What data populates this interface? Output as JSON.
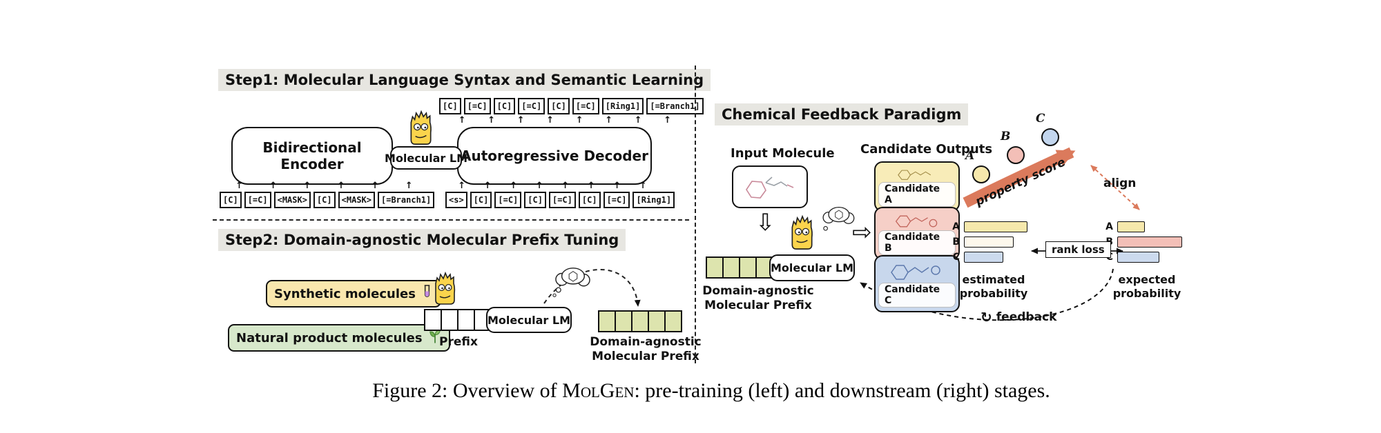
{
  "figure": {
    "caption_prefix": "Figure 2: Overview of ",
    "caption_brand": "MolGen",
    "caption_suffix": ": pre-training (left) and downstream (right) stages."
  },
  "step1": {
    "title": "Step1: Molecular Language Syntax and Semantic Learning",
    "encoder_label": "Bidirectional Encoder",
    "decoder_label": "Autoregressive Decoder",
    "molecular_lm": "Molecular LM",
    "output_tokens": [
      "[C]",
      "[=C]",
      "[C]",
      "[=C]",
      "[C]",
      "[=C]",
      "[Ring1]",
      "[=Branch1]"
    ],
    "encoder_tokens": [
      "[C]",
      "[=C]",
      "<MASK>",
      "[C]",
      "<MASK>",
      "[=Branch1]"
    ],
    "decoder_tokens": [
      "<s>",
      "[C]",
      "[=C]",
      "[C]",
      "[=C]",
      "[C]",
      "[=C]",
      "[Ring1]"
    ]
  },
  "step2": {
    "title": "Step2: Domain-agnostic Molecular Prefix Tuning",
    "synthetic": "Synthetic molecules",
    "natural": "Natural product molecules",
    "prefix_label": "Prefix",
    "molecular_lm": "Molecular LM",
    "domain_prefix_line1": "Domain-agnostic",
    "domain_prefix_line2": "Molecular Prefix",
    "prefix_cells": [
      "",
      "",
      "",
      ""
    ],
    "domain_prefix_cells": [
      "",
      "",
      "",
      "",
      ""
    ]
  },
  "feedback": {
    "title": "Chemical Feedback Paradigm",
    "input_label": "Input Molecule",
    "candidates_label": "Candidate Outputs",
    "candidates": [
      {
        "name": "Candidate A",
        "bg": "#f8ecb8"
      },
      {
        "name": "Candidate B",
        "bg": "#f6cfc7"
      },
      {
        "name": "Candidate C",
        "bg": "#c8d7ec"
      }
    ],
    "molecular_lm": "Molecular LM",
    "domain_prefix_line1": "Domain-agnostic",
    "domain_prefix_line2": "Molecular Prefix",
    "prefix_cells": [
      "",
      "",
      "",
      ""
    ],
    "property_score": "property score",
    "score_points": [
      {
        "label": "A",
        "color": "#f6e8ac"
      },
      {
        "label": "B",
        "color": "#f3bfb7"
      },
      {
        "label": "C",
        "color": "#c3d6ee"
      }
    ],
    "align": "align",
    "rank_loss": "rank loss",
    "feedback_label": "feedback",
    "feedback_icon": "↻",
    "estimated": {
      "line1": "estimated",
      "line2": "probability",
      "bars": [
        {
          "label": "A",
          "value": 0.95,
          "color": "#f6e8ac"
        },
        {
          "label": "B",
          "value": 0.74,
          "color": "#fdf8ec"
        },
        {
          "label": "C",
          "value": 0.58,
          "color": "#ccdaee"
        }
      ]
    },
    "expected": {
      "line1": "expected",
      "line2": "probability",
      "bars": [
        {
          "label": "A",
          "value": 0.4,
          "color": "#f6e8ac"
        },
        {
          "label": "B",
          "value": 0.97,
          "color": "#f3bfb7"
        },
        {
          "label": "C",
          "value": 0.62,
          "color": "#ccdaee"
        }
      ]
    },
    "accent_arrow_color": "#db7a5c"
  }
}
